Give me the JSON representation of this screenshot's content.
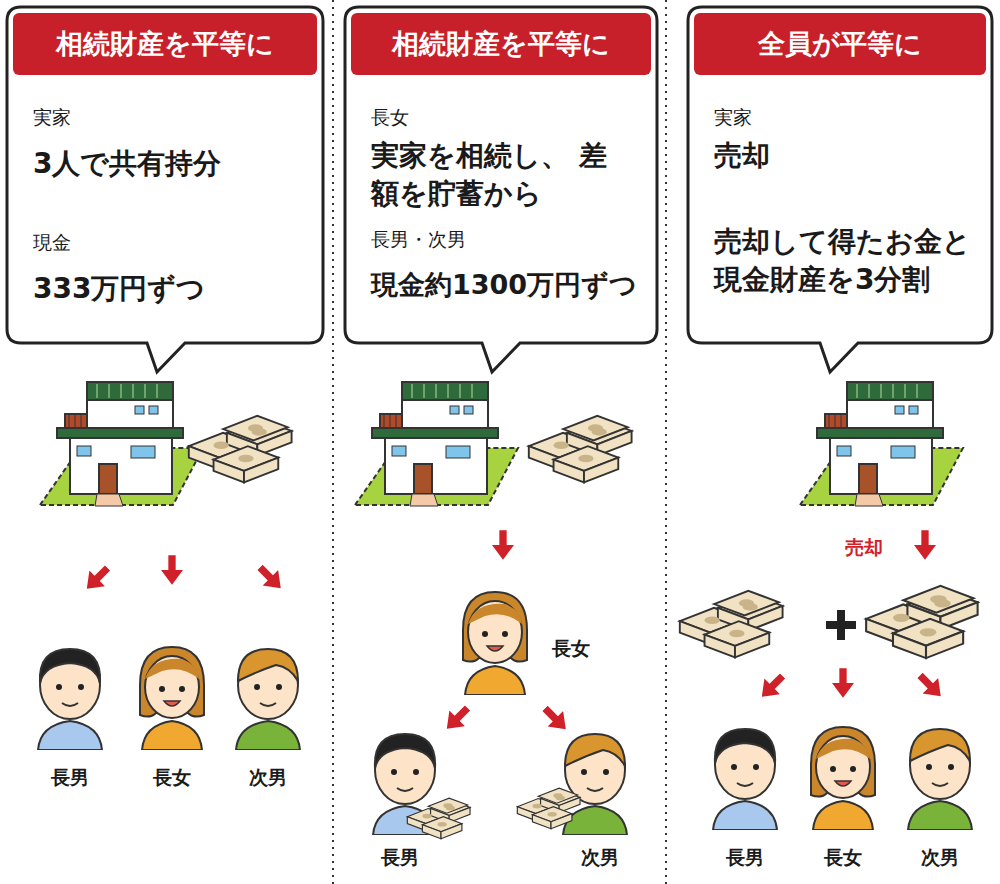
{
  "diagram": {
    "nodes": [
      {
        "text": [
          "実家",
          "3人で共有持分",
          "現金",
          "333万円ずつ"
        ]
      },
      {
        "text": [
          "相続財産を平等に"
        ],
        "in": 0
      },
      {
        "text": [
          "長女",
          "実家を相続し、 差額を貯蓄から",
          "長男・次男",
          "現金約1300万円ずつ"
        ]
      },
      {
        "text": [
          "相続財産を平等に"
        ],
        "in": 2
      },
      {
        "text": [
          "実家",
          "売却",
          "売却して得たお金と 現金財産を3分割"
        ]
      },
      {
        "text": [
          "全員が平等に"
        ],
        "in": 4
      }
    ],
    "labels": [
      "長男",
      "長女",
      "次男",
      "長女",
      "長男",
      "次男",
      "売却",
      "長男",
      "長女",
      "次男"
    ]
  }
}
